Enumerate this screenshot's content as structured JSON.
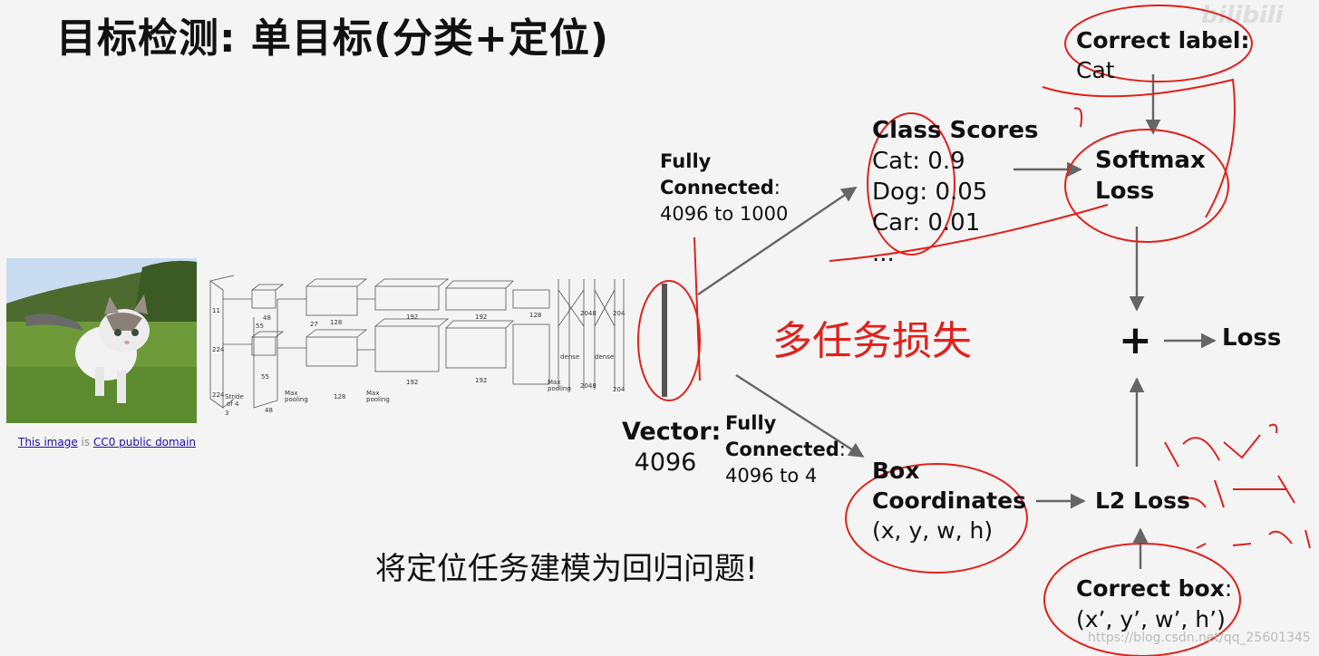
{
  "title": "目标检测: 单目标(分类+定位)",
  "credit": {
    "this_image": "This image",
    "is": " is ",
    "license": "CC0 public domain"
  },
  "fc_top": {
    "line1": "Fully",
    "line2": "Connected",
    "colon": ":",
    "line3": "4096 to 1000"
  },
  "fc_bottom": {
    "line1": "Fully",
    "line2": "Connected",
    "colon": ":",
    "line3": "4096 to 4"
  },
  "vector": {
    "label": "Vector:",
    "value": "4096"
  },
  "class_scores": {
    "title": "Class Scores",
    "items": [
      "Cat: 0.9",
      "Dog: 0.05",
      "Car: 0.01",
      "..."
    ]
  },
  "correct_label": {
    "title": "Correct label:",
    "value": "Cat"
  },
  "softmax_loss": {
    "line1": "Softmax",
    "line2": "Loss"
  },
  "box_coords": {
    "line1": "Box",
    "line2": "Coordinates",
    "line3": "(x, y, w, h)"
  },
  "l2_loss": "L2 Loss",
  "correct_box": {
    "title": "Correct box",
    "colon": ":",
    "value": "(x’, y’, w’, h’)"
  },
  "plus": "+",
  "loss": "Loss",
  "multitask": "多任务损失",
  "regression_note": "将定位任务建模为回归问题!",
  "watermark": "https://blog.csdn.net/qq_25601345",
  "brand": "bilibili",
  "colors": {
    "annotation_red": "#e0211b",
    "arrow_gray": "#666666",
    "link_blue": "#1a0dab"
  }
}
